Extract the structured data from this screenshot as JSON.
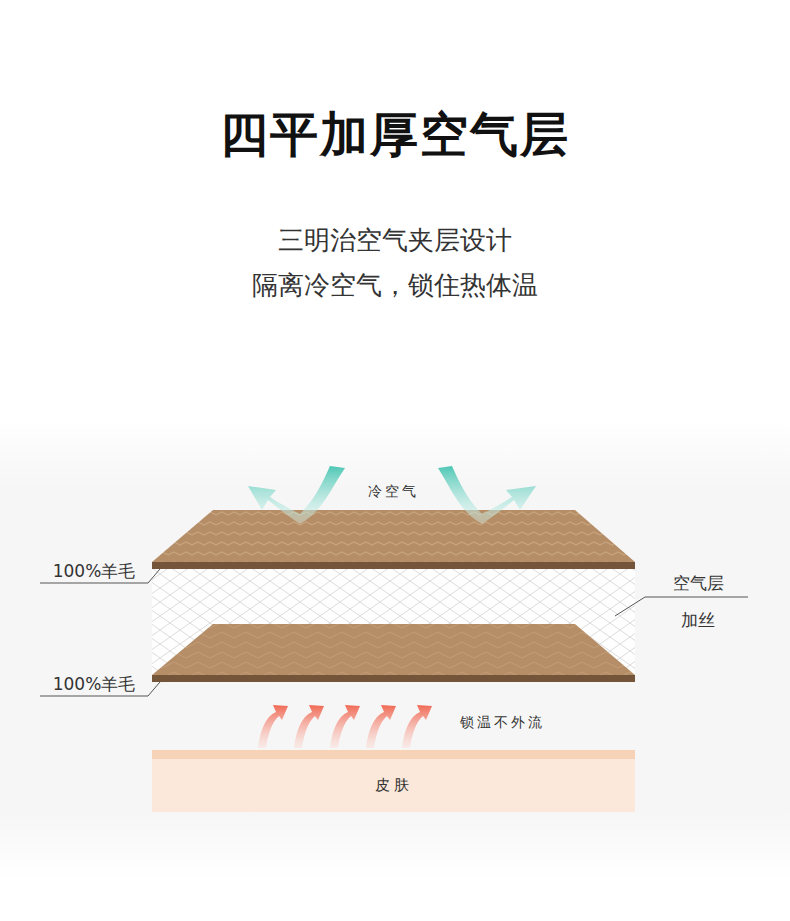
{
  "diagram": {
    "title": "四平加厚空气层",
    "nodes": [
      {
        "text": [
          "皮肤"
        ]
      }
    ],
    "labels": [
      "三明治空气夹层设计",
      "隔离冷空气，锁住热体温",
      "冷空气",
      "100%羊毛",
      "空气层",
      "加丝",
      "100%羊毛",
      "锁温不外流"
    ]
  }
}
